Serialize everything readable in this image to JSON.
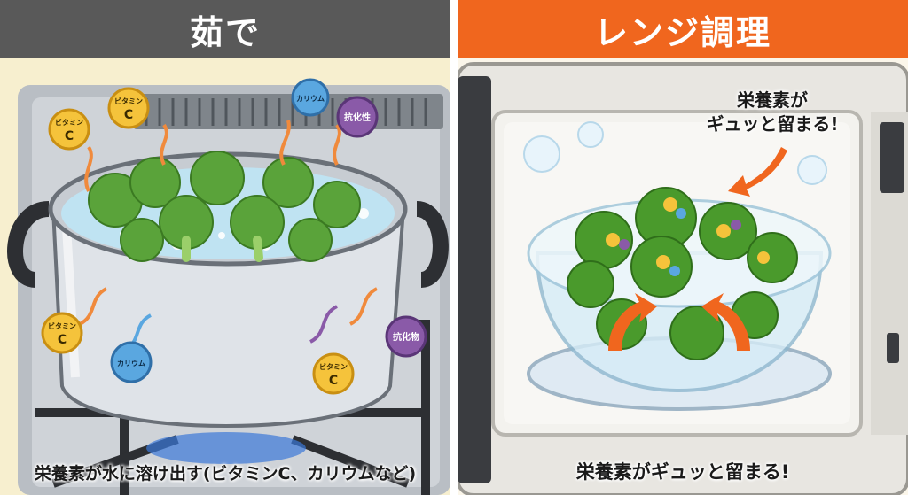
{
  "boil": {
    "title": "茹で",
    "caption": "栄養素が水に溶け出す(ビタミンC、カリウムなど)",
    "nutrients": {
      "vitamin_c": "ビタミンC",
      "potassium": "カリウム",
      "antioxidant_top": "抗化性",
      "antioxidant_bottom": "抗化物",
      "vitamin_short": "ビタミン",
      "c_letter": "C"
    }
  },
  "microwave": {
    "title": "レンジ調理",
    "callout_line1": "栄養素が",
    "callout_line2": "ギュッと留まる!",
    "caption": "栄養素がギュッと留まる!"
  },
  "colors": {
    "boil_header": "#595959",
    "microwave_header": "#f0661e",
    "vitamin": "#f5c33b",
    "potassium": "#5aa7e0",
    "antioxidant": "#8a5aa8",
    "broccoli": "#4f9a2f",
    "arrow": "#f0661e"
  }
}
